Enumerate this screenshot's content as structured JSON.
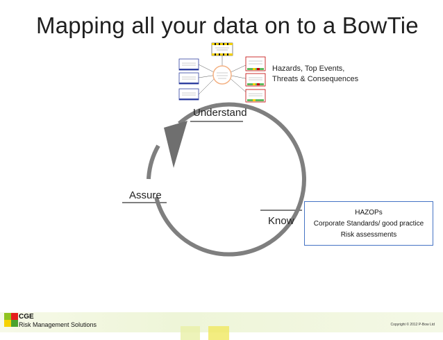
{
  "title": "Mapping all your data on to a BowTie",
  "cycle": {
    "stages": [
      {
        "id": "understand",
        "label": "Understand"
      },
      {
        "id": "know",
        "label": "Know"
      },
      {
        "id": "assure",
        "label": "Assure"
      }
    ]
  },
  "understand_note": {
    "lines": [
      "Hazards,  Top Events,",
      "Threats & Consequences"
    ]
  },
  "know_box": {
    "lines": [
      "HAZOPs",
      "Corporate Standards/  good practice",
      "Risk assessments"
    ],
    "border_color": "#4472c4"
  },
  "colors": {
    "cycle_line": "#7f7f7f",
    "hazard_stripe_yellow": "#f2d000",
    "threat_blue": "#2f3fa0",
    "consequence_red": "#c00000",
    "top_event_orange": "#f4b183"
  },
  "footer": {
    "company_line1": "CGE",
    "company_line2": "Risk Management Solutions",
    "copyright": "Copyright © 2012 P-Bow Ltd"
  }
}
